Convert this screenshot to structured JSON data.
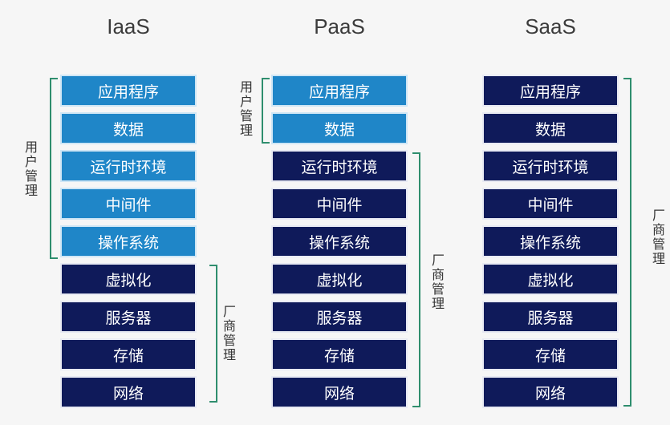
{
  "columns": [
    {
      "title": "IaaS",
      "items": [
        "应用程序",
        "数据",
        "运行时环境",
        "中间件",
        "操作系统",
        "虚拟化",
        "服务器",
        "存储",
        "网络"
      ],
      "user_label": "用户管理",
      "vendor_label": "厂商管理"
    },
    {
      "title": "PaaS",
      "items": [
        "应用程序",
        "数据",
        "运行时环境",
        "中间件",
        "操作系统",
        "虚拟化",
        "服务器",
        "存储",
        "网络"
      ],
      "user_label": "用户管理",
      "vendor_label": "厂商管理"
    },
    {
      "title": "SaaS",
      "items": [
        "应用程序",
        "数据",
        "运行时环境",
        "中间件",
        "操作系统",
        "虚拟化",
        "服务器",
        "存储",
        "网络"
      ],
      "vendor_label": "厂商管理"
    }
  ],
  "colors": {
    "user_managed": "#1f86c8",
    "vendor_managed": "#0f1a5a",
    "bracket": "#2f8e6e"
  }
}
